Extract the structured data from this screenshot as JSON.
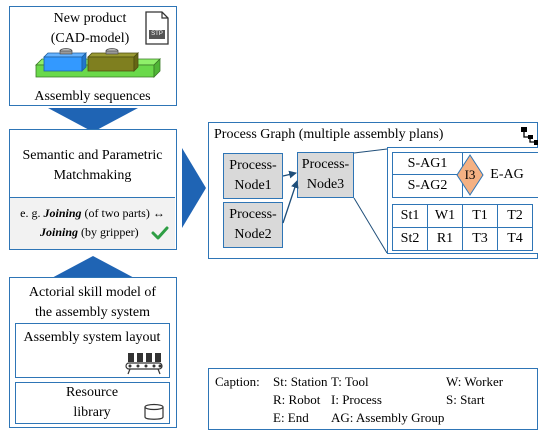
{
  "cad_box": {
    "title_line1": "New product",
    "title_line2": "(CAD-model)",
    "file_icon_label": "STP",
    "caption": "Assembly sequences"
  },
  "matchmaking": {
    "title_line1": "Semantic and Parametric",
    "title_line2": "Matchmaking",
    "example_prefix": "e. g. ",
    "example_joining1": "Joining",
    "example_middle": " (of two parts) ↔",
    "example_joining2": "Joining",
    "example_suffix": " (by gripper)"
  },
  "skill_model": {
    "title_line1": "Actorial skill model of",
    "title_line2": "the assembly system",
    "layout_label": "Assembly system layout",
    "library_line1": "Resource",
    "library_line2": "library"
  },
  "process_graph": {
    "title": "Process Graph (multiple assembly plans)",
    "nodes": [
      {
        "line1": "Process-",
        "line2": "Node1"
      },
      {
        "line1": "Process-",
        "line2": "Node2"
      },
      {
        "line1": "Process-",
        "line2": "Node3"
      }
    ],
    "sag1": "S-AG1",
    "sag2": "S-AG2",
    "diamond": "I3",
    "eag": "E-AG",
    "grid": [
      [
        "St1",
        "W1",
        "T1",
        "T2"
      ],
      [
        "St2",
        "R1",
        "T3",
        "T4"
      ]
    ]
  },
  "caption": {
    "label": "Caption:",
    "rows": [
      [
        "St: Station",
        "T: Tool",
        "W: Worker"
      ],
      [
        "R: Robot",
        "I: Process",
        "S: Start"
      ],
      [
        "E: End",
        "AG: Assembly Group",
        ""
      ]
    ]
  },
  "colors": {
    "accent": "#2e75b6",
    "arrow": "#1f64b4",
    "node_fill": "#d9d9d9",
    "diamond_fill": "#f4b183",
    "check": "#2e9e44",
    "part_blue": "#3399ff",
    "part_olive": "#7f7f1f",
    "part_green": "#6ad94a"
  }
}
